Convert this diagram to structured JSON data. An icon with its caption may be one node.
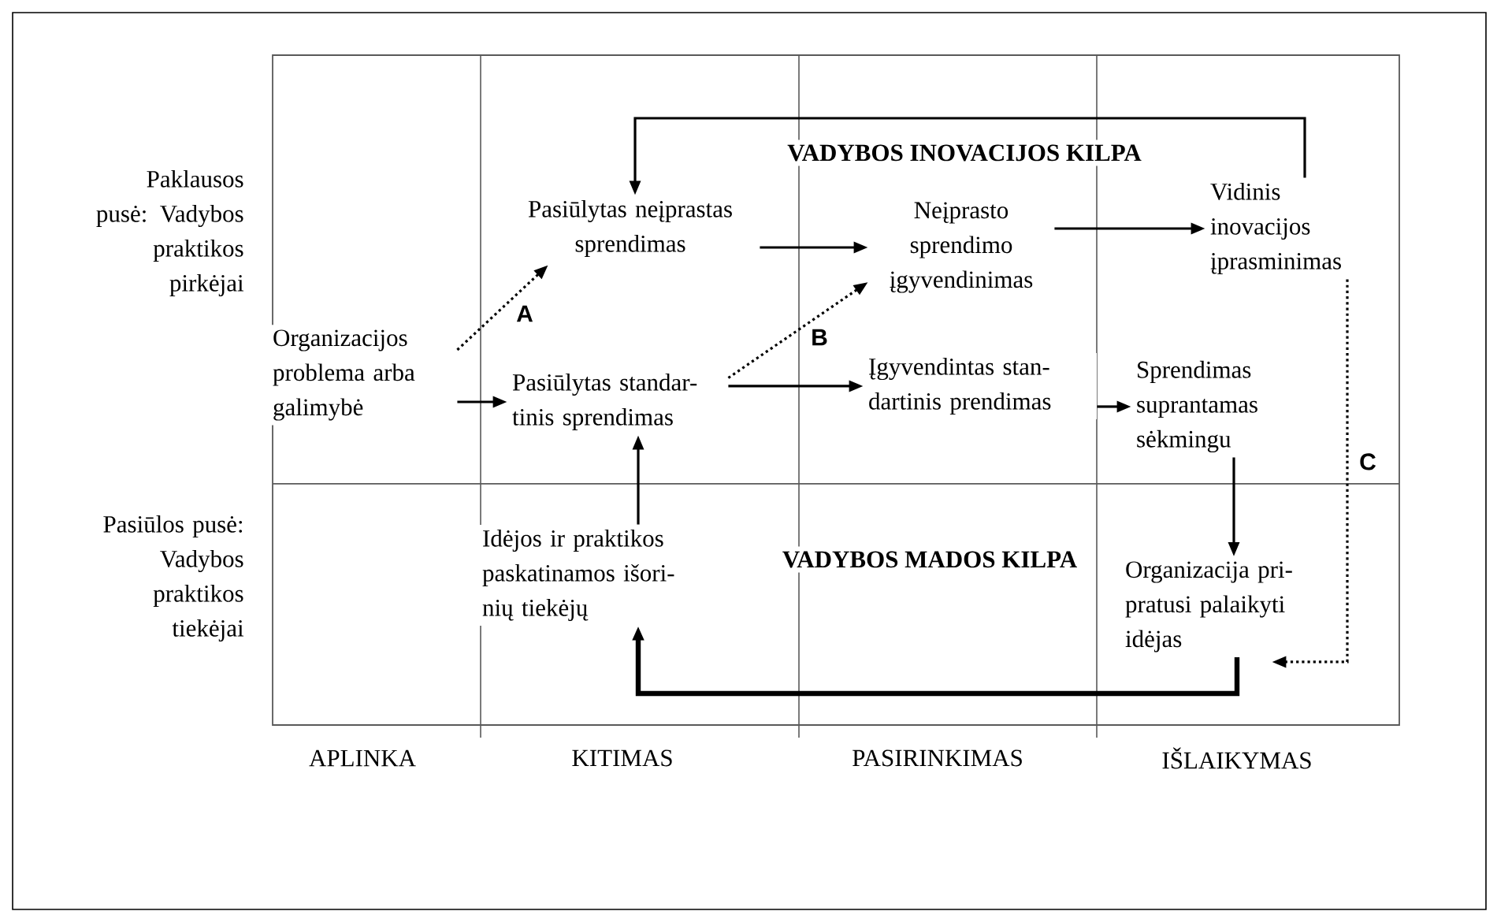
{
  "diagram": {
    "nodes": [
      {
        "text": [
          "Organizacijos problema arba galimybė"
        ]
      },
      {
        "text": [
          "Pasiūlytas neįprastas sprendimas"
        ]
      },
      {
        "text": [
          "Neįprasto sprendimo įgyvendinimas"
        ]
      },
      {
        "text": [
          "Vidinis inovacijos įprasminimas"
        ]
      },
      {
        "text": [
          "Pasiūlytas standar- tinis sprendimas"
        ]
      },
      {
        "text": [
          "Įgyvendintas stan- dartinis prendimas"
        ]
      },
      {
        "text": [
          "Sprendimas suprantamas sėkmingu"
        ]
      },
      {
        "text": [
          "Idėjos ir praktikos paskatinamos išori- nių tiekėjų"
        ]
      },
      {
        "text": [
          "Organizacija pri- pratusi palaikyti idėjas"
        ]
      }
    ],
    "edges": [
      {
        "from": 0,
        "to": 1,
        "arrow": "to",
        "style": "dashed",
        "label": "A"
      },
      {
        "from": 0,
        "to": 4,
        "arrow": "to"
      },
      {
        "from": 1,
        "to": 2,
        "arrow": "to"
      },
      {
        "from": 4,
        "to": 2,
        "arrow": "to",
        "style": "dashed",
        "label": "B"
      },
      {
        "from": 4,
        "to": 5,
        "arrow": "to"
      },
      {
        "from": 2,
        "to": 3,
        "arrow": "to"
      },
      {
        "from": 5,
        "to": 6,
        "arrow": "to"
      },
      {
        "from": 3,
        "to": 1,
        "arrow": "to"
      },
      {
        "from": 7,
        "to": 4,
        "arrow": "to"
      },
      {
        "from": 6,
        "to": 8,
        "arrow": "to"
      },
      {
        "from": 8,
        "to": 7,
        "arrow": "to",
        "style": "thick"
      },
      {
        "from": 3,
        "to": 8,
        "arrow": "to",
        "style": "dashed",
        "label": "C"
      }
    ],
    "labels": [
      "Paklausos pusė: Vadybos praktikos pirkėjai",
      "VADYBOS INOVACIJOS KILPA",
      "Pasiūlos pusė: Vadybos praktikos tiekėjai",
      "VADYBOS  MADOS KILPA",
      "APLINKA",
      "KITIMAS",
      "PASIRINKIMAS",
      "IŠLAIKYMAS"
    ]
  }
}
